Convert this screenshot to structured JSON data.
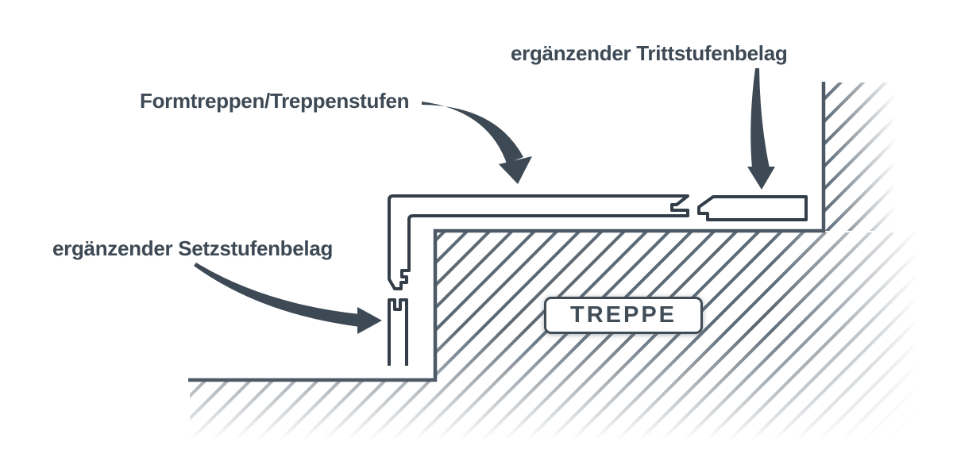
{
  "diagram": {
    "labels": {
      "tread_covering": "ergänzender Trittstufenbelag",
      "stair_profile": "Formtreppen/Treppenstufen",
      "riser_covering": "ergänzender Setzstufenbelag",
      "stair_box": "TREPPE"
    },
    "colors": {
      "label_text": "#3d4954",
      "concrete_outline": "#4d5965",
      "profile_stroke": "#333e48",
      "hatch": "#5c6a76",
      "arrow": "#3d4954",
      "background": "#ffffff"
    }
  }
}
